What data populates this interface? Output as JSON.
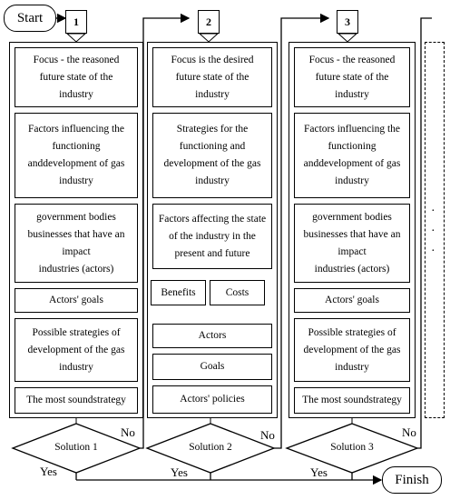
{
  "start_label": "Start",
  "finish_label": "Finish",
  "yes_label": "Yes",
  "no_label": "No",
  "ellipsis": "·",
  "columns": [
    {
      "number": "1",
      "steps": [
        "Focus - the reasoned\nfuture state of the\nindustry",
        "Factors influencing the\nfunctioning\nanddevelopment of gas\nindustry",
        "government bodies\nbusinesses that have an\nimpact\nindustries (actors)",
        "Actors' goals",
        "Possible strategies of\ndevelopment of the gas\nindustry",
        "The most soundstrategy"
      ],
      "decision": "Solution 1"
    },
    {
      "number": "2",
      "steps_top": [
        "Focus is the desired\nfuture state of the\nindustry",
        "Strategies for the\nfunctioning and\ndevelopment of the gas\nindustry",
        "Factors affecting the state\nof the industry in the\npresent and future"
      ],
      "benefits": "Benefits",
      "costs": "Costs",
      "steps_bottom": [
        "Actors",
        "Goals",
        "Actors' policies"
      ],
      "decision": "Solution 2"
    },
    {
      "number": "3",
      "steps": [
        "Focus - the reasoned\nfuture state of the\nindustry",
        "Factors influencing the\nfunctioning\nanddevelopment of gas\nindustry",
        "government bodies\nbusinesses that have an\nimpact\nindustries (actors)",
        "Actors' goals",
        "Possible strategies of\ndevelopment of the gas\nindustry",
        "The most soundstrategy"
      ],
      "decision": "Solution 3"
    }
  ]
}
